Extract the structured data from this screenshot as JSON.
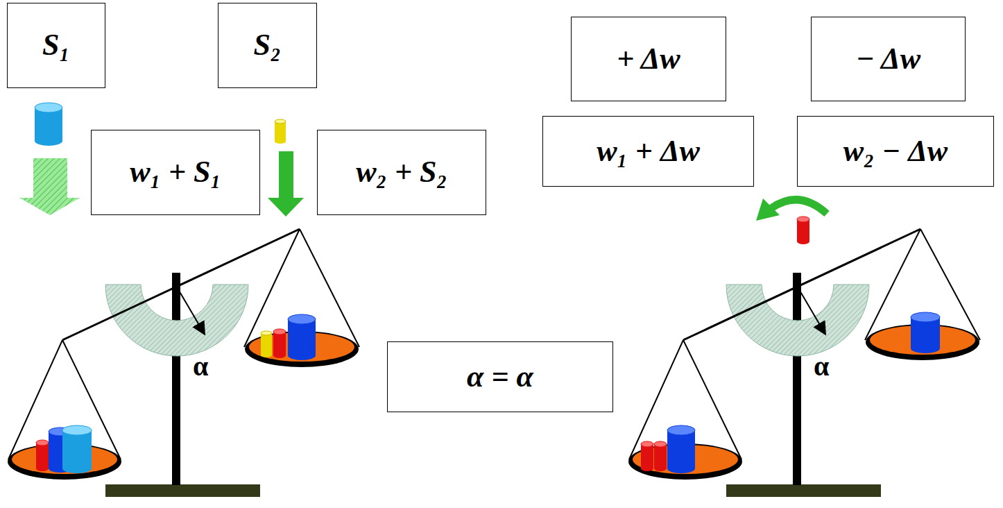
{
  "diagram": {
    "nodes": [
      {
        "text": [
          "S₁"
        ]
      },
      {
        "text": [
          "S₂"
        ]
      },
      {
        "text": [
          "+ Δw"
        ]
      },
      {
        "text": [
          "− Δw"
        ]
      },
      {
        "text": [
          "w₁ + S₁"
        ]
      },
      {
        "text": [
          "w₂ + S₂"
        ]
      },
      {
        "text": [
          "w₁ + Δw"
        ]
      },
      {
        "text": [
          "w₂ − Δw"
        ]
      },
      {
        "text": [
          "α = α"
        ]
      }
    ],
    "labels": [
      "α",
      "α"
    ]
  }
}
